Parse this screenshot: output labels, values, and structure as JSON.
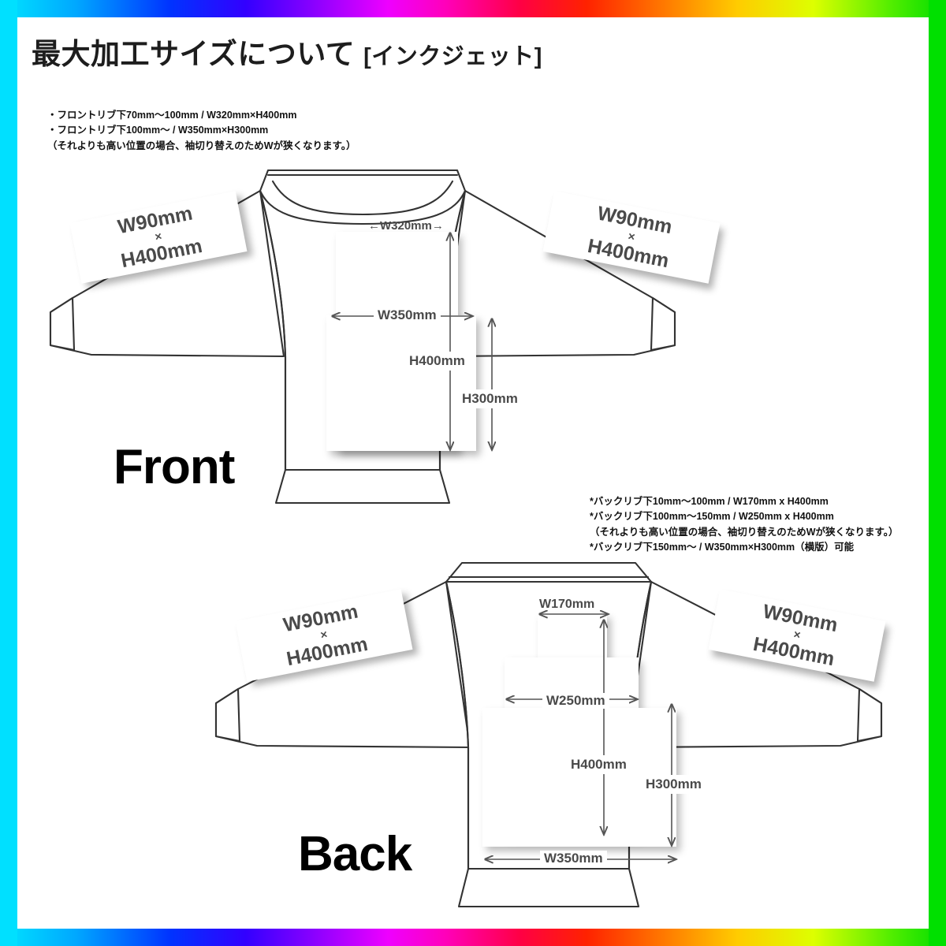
{
  "page": {
    "title_main": "最大加工サイズについて",
    "title_suffix": "[インクジェット]",
    "border_colors": {
      "left_rail": "#00e0ff",
      "right_rail": "#00e000",
      "gradient_stops": [
        "#00e5ff",
        "#0033ff",
        "#8800ff",
        "#ee00ff",
        "#ff0044",
        "#ff7700",
        "#ffcc00",
        "#55ee00",
        "#00dd00"
      ]
    },
    "background": "#ffffff",
    "line_color": "#333333",
    "dim_text_color": "#4a4a4a"
  },
  "front": {
    "caption": "Front",
    "notes": [
      "・フロントリブ下70mm〜100mm / W320mm×H400mm",
      "・フロントリブ下100mm〜 / W350mm×H300mm",
      "（それよりも高い位置の場合、袖切り替えのためWが狭くなります。）"
    ],
    "dimensions": {
      "neck_width": "←W320mm→",
      "body_width": "W350mm",
      "height_tall": "H400mm",
      "height_short": "H300mm"
    },
    "sleeve_left": {
      "width": "W90mm",
      "x": "×",
      "height": "H400mm"
    },
    "sleeve_right": {
      "width": "W90mm",
      "x": "×",
      "height": "H400mm"
    }
  },
  "back": {
    "caption": "Back",
    "notes": [
      "*バックリブ下10mm〜100mm /  W170mm x H400mm",
      "*バックリブ下100mm〜150mm / W250mm x H400mm",
      "（それよりも高い位置の場合、袖切り替えのためWが狭くなります。）",
      "*バックリブ下150mm〜 / W350mm×H300mm（横版）可能"
    ],
    "dimensions": {
      "neck_width": "W170mm",
      "upper_width": "W250mm",
      "height_tall": "H400mm",
      "height_short": "H300mm",
      "bottom_width": "W350mm"
    },
    "sleeve_left": {
      "width": "W90mm",
      "x": "×",
      "height": "H400mm"
    },
    "sleeve_right": {
      "width": "W90mm",
      "x": "×",
      "height": "H400mm"
    }
  }
}
